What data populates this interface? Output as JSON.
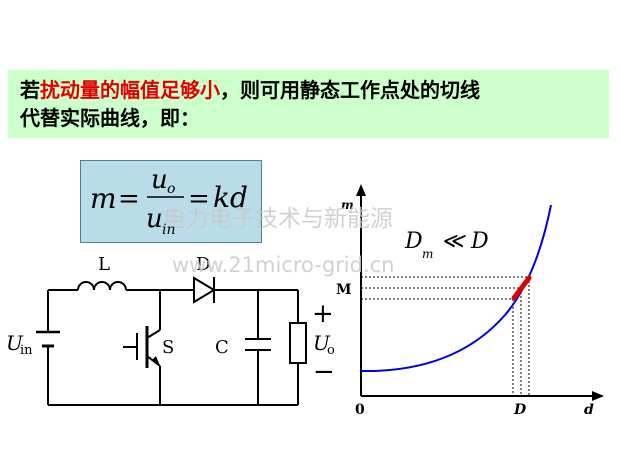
{
  "banner": {
    "line1_pre": "若",
    "line1_highlight": "扰动量的幅值足够小",
    "line1_post": "，则可用静态工作点处的切线",
    "line2": "代替实际曲线，即："
  },
  "formula": {
    "lhs": "m",
    "eq1": "=",
    "numerator": "u",
    "numerator_sub": "o",
    "denominator": "u",
    "denominator_sub": "in",
    "eq2": "=",
    "rhs": "kd"
  },
  "circuit": {
    "inductor_label": "L",
    "diode_label": "D",
    "switch_label": "S",
    "capacitor_label": "C",
    "input_label": "U",
    "input_sub": "in",
    "output_label": "U",
    "output_sub": "o",
    "plus": "+",
    "minus": "−"
  },
  "graph": {
    "y_axis_label": "m",
    "x_axis_label": "d",
    "origin_label": "0",
    "m_tick_label": "M",
    "d_tick_label": "D",
    "condition_main": "D",
    "condition_sub": "m",
    "condition_rel": "≪ D",
    "curve_color": "#0000dd",
    "tangent_color": "#dd0000"
  },
  "watermark": {
    "line1": "电力电子技术与新能源",
    "line2": "www.21micro-grid.cn"
  }
}
